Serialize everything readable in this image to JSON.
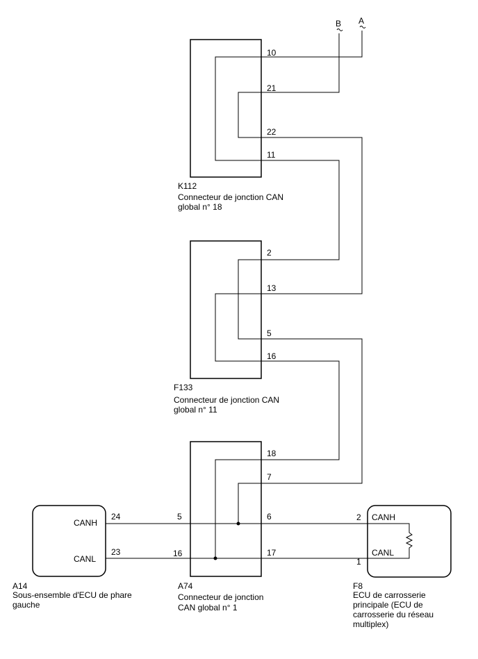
{
  "bus_ends": {
    "a": "A",
    "b": "B"
  },
  "connectors": {
    "k112": {
      "id": "K112",
      "desc_line1": "Connecteur de jonction CAN",
      "desc_line2": "global n° 18",
      "pins": {
        "p10": "10",
        "p21": "21",
        "p22": "22",
        "p11": "11"
      }
    },
    "f133": {
      "id": "F133",
      "desc_line1": "Connecteur de jonction CAN",
      "desc_line2": "global n° 11",
      "pins": {
        "p2": "2",
        "p13": "13",
        "p5": "5",
        "p16": "16"
      }
    },
    "a74": {
      "id": "A74",
      "desc_line1": "Connecteur de jonction",
      "desc_line2": "CAN global n° 1",
      "pins": {
        "p18": "18",
        "p7": "7",
        "p5": "5",
        "p6": "6",
        "p16": "16",
        "p17": "17"
      }
    }
  },
  "ecus": {
    "a14": {
      "id": "A14",
      "desc_line1": "Sous-ensemble d'ECU de phare",
      "desc_line2": "gauche",
      "canh": "CANH",
      "canl": "CANL",
      "pin_canh": "24",
      "pin_canl": "23"
    },
    "f8": {
      "id": "F8",
      "desc_line1": "ECU de carrosserie",
      "desc_line2": "principale (ECU de",
      "desc_line3": "carrosserie du réseau",
      "desc_line4": "multiplex)",
      "canh": "CANH",
      "canl": "CANL",
      "pin_canh": "2",
      "pin_canl": "1"
    }
  }
}
